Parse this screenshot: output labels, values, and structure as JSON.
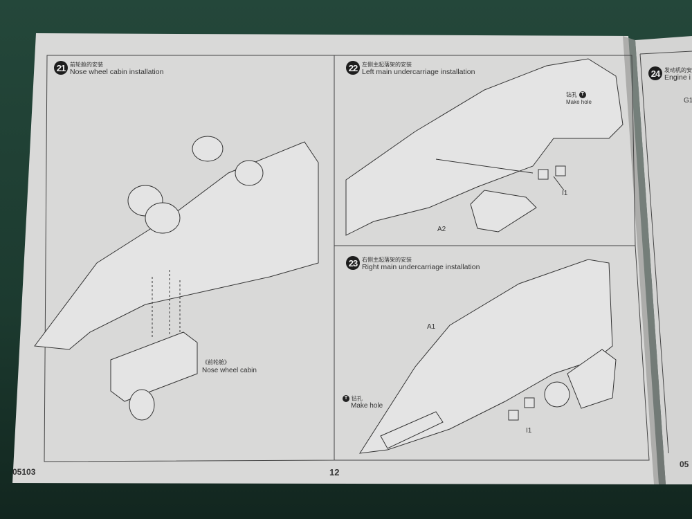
{
  "document": {
    "product_code": "05103",
    "page_number": "12",
    "next_page_code": "05"
  },
  "steps": [
    {
      "number": "21",
      "title_cn": "前轮舱的安装",
      "title_en": "Nose wheel cabin installation",
      "callout_cn": "《前轮舱》",
      "callout_en": "Nose wheel cabin"
    },
    {
      "number": "22",
      "title_cn": "左侧主起落架的安装",
      "title_en": "Left main undercarriage installation",
      "hole_cn": "钻孔",
      "hole_en": "Make hole",
      "hole_icon": "T",
      "part_a": "A2",
      "part_i": "I1"
    },
    {
      "number": "23",
      "title_cn": "右侧主起落架的安装",
      "title_en": "Right main undercarriage installation",
      "hole_cn": "钻孔",
      "hole_en": "Make hole",
      "hole_icon": "T",
      "part_a": "A1",
      "part_i": "I1"
    },
    {
      "number": "24",
      "title_cn": "发动机的安",
      "title_en": "Engine i",
      "part": "G1"
    }
  ],
  "colors": {
    "paper": "#dcdcdc",
    "background": "#1f3f33",
    "ink": "#2a2a2a"
  }
}
